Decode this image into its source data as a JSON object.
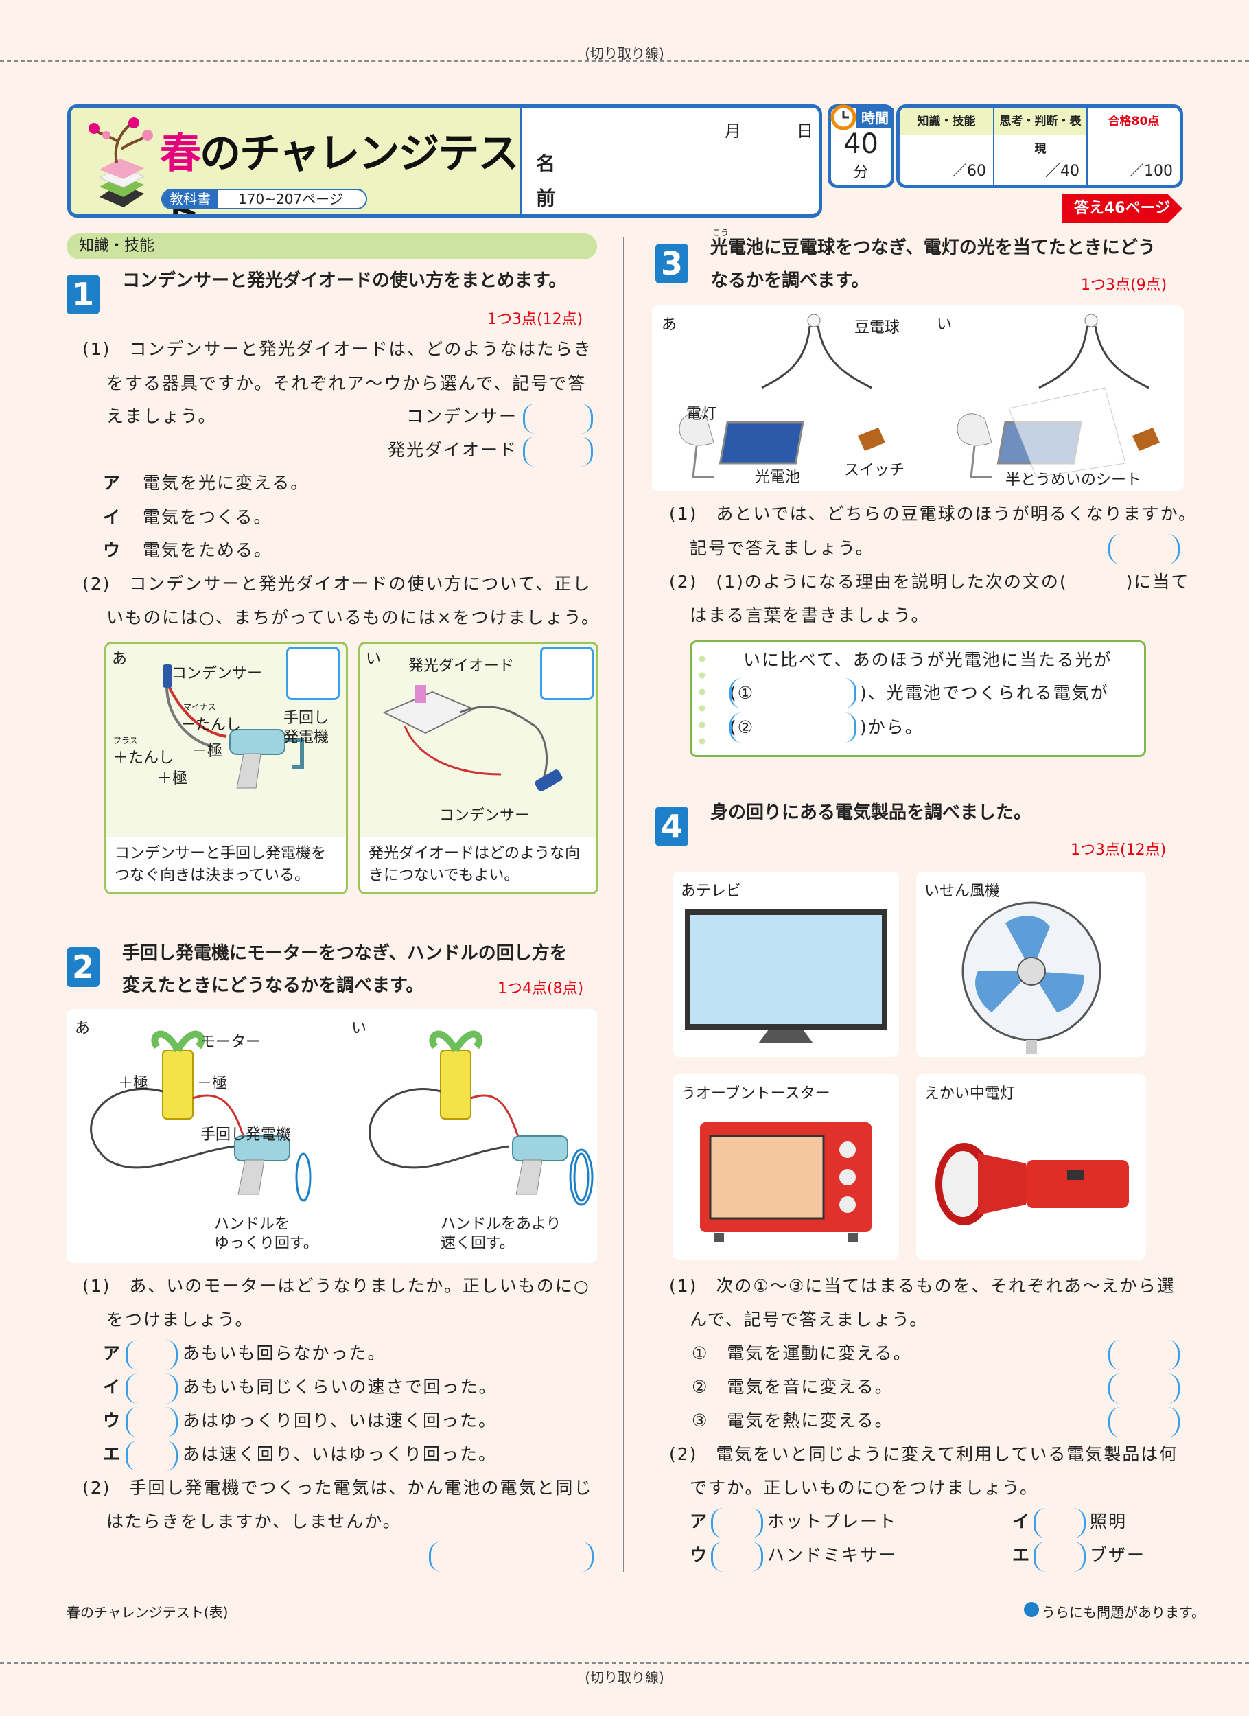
{
  "cut_label": "(切り取り線)",
  "header": {
    "title_first": "春",
    "title_rest": "のチャレンジテスト",
    "textbook_label": "教科書",
    "textbook_pages": "170~207ページ",
    "month": "月",
    "day": "日",
    "name1": "名",
    "name2": "前",
    "time_label": "時間",
    "time_value": "40",
    "time_unit": "分",
    "score_cols": [
      {
        "label": "知識・技能",
        "max": "／60"
      },
      {
        "label": "思考・判断・表現",
        "max": "／40"
      },
      {
        "label": "合格80点",
        "max": "／100"
      }
    ],
    "answer_ref": "答え46ページ"
  },
  "section_label": "知識・技能",
  "q1": {
    "num": "1",
    "title": "コンデンサーと発光ダイオードの使い方をまとめます。",
    "points": "1つ3点(12点)",
    "p1_lines": [
      "(1)　コンデンサーと発光ダイオードは、どのようなはたらき",
      "をする器具ですか。それぞれア～ウから選んで、記号で答",
      "えましょう。"
    ],
    "p1_items": [
      "コンデンサー",
      "発光ダイオード"
    ],
    "choices": [
      {
        "k": "ア",
        "t": "電気を光に変える。"
      },
      {
        "k": "イ",
        "t": "電気をつくる。"
      },
      {
        "k": "ウ",
        "t": "電気をためる。"
      }
    ],
    "p2_lines": [
      "(2)　コンデンサーと発光ダイオードの使い方について、正し",
      "いものには○、まちがっているものには×をつけましょう。"
    ],
    "figA": {
      "mark": "あ",
      "l1": "コンデンサー",
      "l2": "マイナス",
      "l3": "－たんし",
      "l4": "プラス",
      "l5": "＋たんし",
      "l6": "－極",
      "l7": "＋極",
      "l8": "手回し",
      "l9": "発電機",
      "cap1": "コンデンサーと手回し発電機を",
      "cap2": "つなぐ向きは決まっている。"
    },
    "figB": {
      "mark": "い",
      "l1": "発光ダイオード",
      "l2": "コンデンサー",
      "cap1": "発光ダイオードはどのような向",
      "cap2": "きにつないでもよい。"
    }
  },
  "q2": {
    "num": "2",
    "title1": "手回し発電機にモーターをつなぎ、ハンドルの回し方を",
    "title2": "変えたときにどうなるかを調べます。",
    "points": "1つ4点(8点)",
    "figA": {
      "mark": "あ",
      "motor": "モーター",
      "plus": "＋極",
      "minus": "－極",
      "gen": "手回し発電機",
      "h1": "ハンドルを",
      "h2": "ゆっくり回す。"
    },
    "figB": {
      "mark": "い",
      "h1": "ハンドルをあより",
      "h2": "速く回す。"
    },
    "p1_lines": [
      "(1)　あ、いのモーターはどうなりましたか。正しいものに○",
      "をつけましょう。"
    ],
    "choices": [
      {
        "k": "ア",
        "t": "あもいも回らなかった。"
      },
      {
        "k": "イ",
        "t": "あもいも同じくらいの速さで回った。"
      },
      {
        "k": "ウ",
        "t": "あはゆっくり回り、いは速く回った。"
      },
      {
        "k": "エ",
        "t": "あは速く回り、いはゆっくり回った。"
      }
    ],
    "p2_lines": [
      "(2)　手回し発電機でつくった電気は、かん電池の電気と同じ",
      "はたらきをしますか、しませんか。"
    ]
  },
  "q3": {
    "num": "3",
    "ruby": "こう",
    "title1": "光電池に豆電球をつなぎ、電灯の光を当てたときにどう",
    "title2": "なるかを調べます。",
    "points": "1つ3点(9点)",
    "figA": {
      "mark": "あ",
      "bulb": "豆電球",
      "lamp": "電灯",
      "cell": "光電池",
      "switch": "スイッチ"
    },
    "figB": {
      "mark": "い",
      "sheet": "半とうめいのシート"
    },
    "p1_lines": [
      "(1)　あといでは、どちらの豆電球のほうが明るくなりますか。",
      "記号で答えましょう。"
    ],
    "p2_l1a": "(2)　(1)のようになる理由を説明した次の文の(",
    "p2_l1b": ")に当て",
    "p2_l2": "はまる言葉を書きましょう。",
    "box_l1": "いに比べて、あのほうが光電池に当たる光が",
    "box_l2a": "(①",
    "box_l2b": ")、光電池でつくられる電気が",
    "box_l3a": "(②",
    "box_l3b": ")から。"
  },
  "q4": {
    "num": "4",
    "title": "身の回りにある電気製品を調べました。",
    "points": "1つ3点(12点)",
    "items": [
      "あテレビ",
      "いせん風機",
      "うオーブントースター",
      "えかい中電灯"
    ],
    "p1_lines": [
      "(1)　次の①～③に当てはまるものを、それぞれあ～えから選",
      "んで、記号で答えましょう。"
    ],
    "subs": [
      "①　電気を運動に変える。",
      "②　電気を音に変える。",
      "③　電気を熱に変える。"
    ],
    "p2_lines": [
      "(2)　電気をいと同じように変えて利用している電気製品は何",
      "ですか。正しいものに○をつけましょう。"
    ],
    "choices": [
      {
        "k": "ア",
        "t": "ホットプレート"
      },
      {
        "k": "イ",
        "t": "照明"
      },
      {
        "k": "ウ",
        "t": "ハンドミキサー"
      },
      {
        "k": "エ",
        "t": "ブザー"
      }
    ]
  },
  "footer": {
    "left": "春のチャレンジテスト(表)",
    "right": "うらにも問題があります。"
  }
}
